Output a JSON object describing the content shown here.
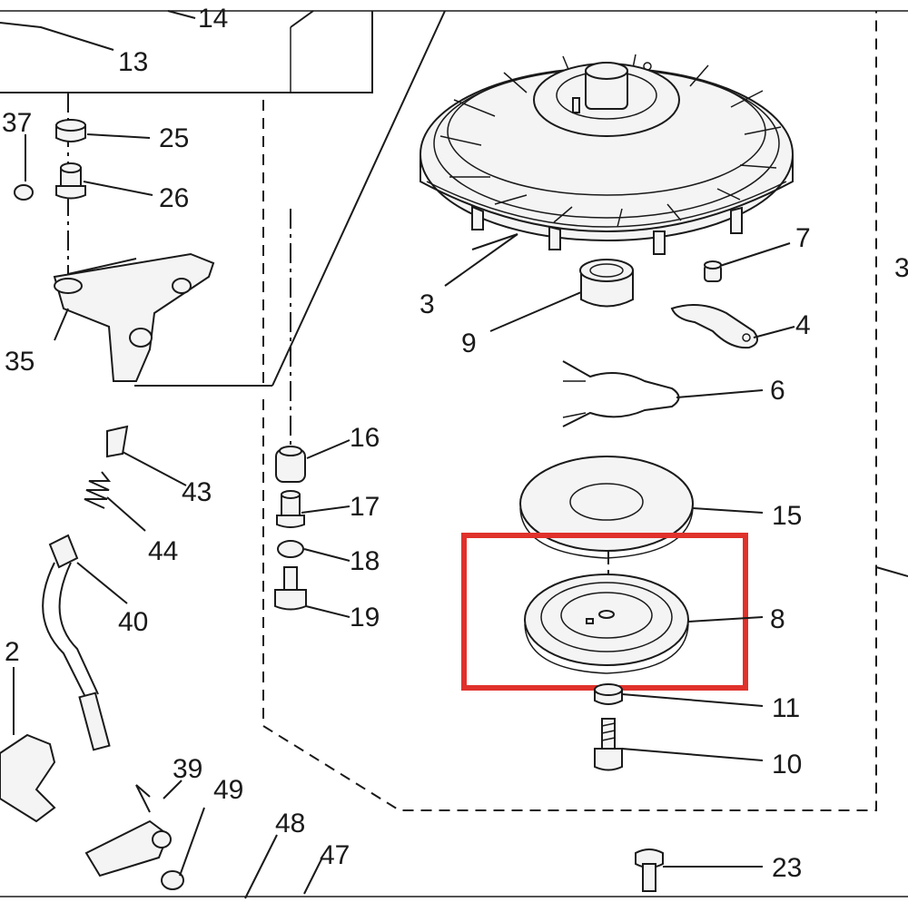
{
  "diagram": {
    "part_labels": [
      "14",
      "13",
      "25",
      "26",
      "37",
      "35",
      "43",
      "44",
      "40",
      "2",
      "39",
      "49",
      "48",
      "47",
      "16",
      "17",
      "18",
      "19",
      "3",
      "7",
      "9",
      "4",
      "6",
      "15",
      "8",
      "11",
      "10",
      "23",
      "3"
    ],
    "highlight": {
      "part": "8",
      "color": "#e0312b"
    }
  }
}
